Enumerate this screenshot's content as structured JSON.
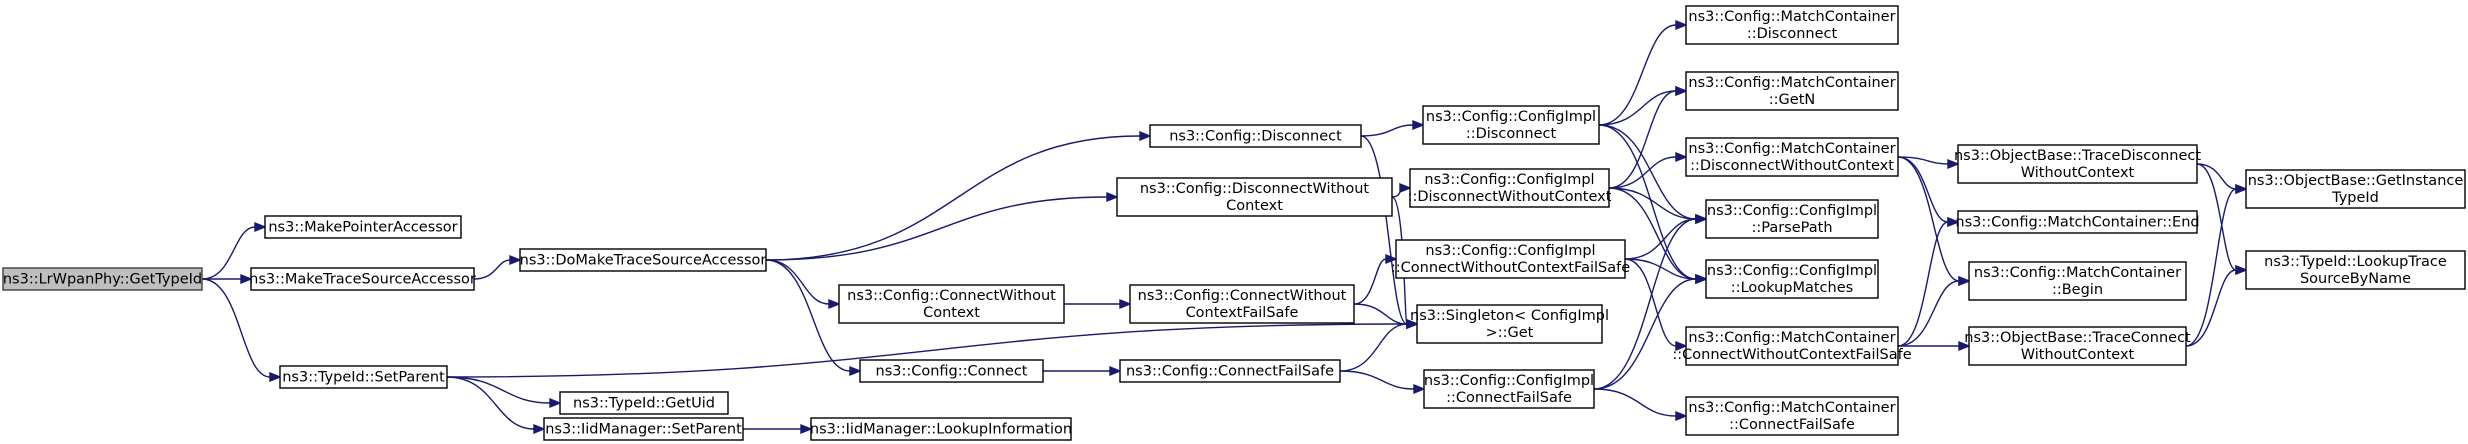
{
  "graph": {
    "nodes": [
      {
        "id": "n0",
        "lines": [
          "ns3::LrWpanPhy::GetTypeId"
        ],
        "root": true
      },
      {
        "id": "n1",
        "lines": [
          "ns3::MakePointerAccessor"
        ]
      },
      {
        "id": "n2",
        "lines": [
          "ns3::MakeTraceSourceAccessor"
        ]
      },
      {
        "id": "n3",
        "lines": [
          "ns3::TypeId::SetParent"
        ]
      },
      {
        "id": "n4",
        "lines": [
          "ns3::DoMakeTraceSourceAccessor"
        ]
      },
      {
        "id": "n5",
        "lines": [
          "ns3::TypeId::GetUid"
        ]
      },
      {
        "id": "n6",
        "lines": [
          "ns3::IidManager::SetParent"
        ]
      },
      {
        "id": "n7",
        "lines": [
          "ns3::IidManager::LookupInformation"
        ]
      },
      {
        "id": "n8",
        "lines": [
          "ns3::Config::Disconnect"
        ]
      },
      {
        "id": "n9",
        "lines": [
          "ns3::Config::DisconnectWithout",
          "Context"
        ]
      },
      {
        "id": "n10",
        "lines": [
          "ns3::Config::ConnectWithout",
          "Context"
        ]
      },
      {
        "id": "n11",
        "lines": [
          "ns3::Config::Connect"
        ]
      },
      {
        "id": "n12",
        "lines": [
          "ns3::Config::ConnectWithout",
          "ContextFailSafe"
        ]
      },
      {
        "id": "n13",
        "lines": [
          "ns3::Config::ConnectFailSafe"
        ]
      },
      {
        "id": "n14",
        "lines": [
          "ns3::Config::ConfigImpl",
          "::Disconnect"
        ]
      },
      {
        "id": "n15",
        "lines": [
          "ns3::Config::ConfigImpl",
          "::DisconnectWithoutContext"
        ]
      },
      {
        "id": "n16",
        "lines": [
          "ns3::Config::ConfigImpl",
          "::ConnectWithoutContextFailSafe"
        ]
      },
      {
        "id": "n17",
        "lines": [
          "ns3::Singleton< ConfigImpl",
          " >::Get"
        ]
      },
      {
        "id": "n18",
        "lines": [
          "ns3::Config::ConfigImpl",
          "::ConnectFailSafe"
        ]
      },
      {
        "id": "n19",
        "lines": [
          "ns3::Config::MatchContainer",
          "::Disconnect"
        ]
      },
      {
        "id": "n20",
        "lines": [
          "ns3::Config::MatchContainer",
          "::GetN"
        ]
      },
      {
        "id": "n21",
        "lines": [
          "ns3::Config::MatchContainer",
          "::DisconnectWithoutContext"
        ]
      },
      {
        "id": "n22",
        "lines": [
          "ns3::Config::ConfigImpl",
          "::ParsePath"
        ]
      },
      {
        "id": "n23",
        "lines": [
          "ns3::Config::ConfigImpl",
          "::LookupMatches"
        ]
      },
      {
        "id": "n24",
        "lines": [
          "ns3::Config::MatchContainer",
          "::ConnectWithoutContextFailSafe"
        ]
      },
      {
        "id": "n25",
        "lines": [
          "ns3::Config::MatchContainer",
          "::ConnectFailSafe"
        ]
      },
      {
        "id": "n26",
        "lines": [
          "ns3::ObjectBase::TraceDisconnect",
          "WithoutContext"
        ]
      },
      {
        "id": "n27",
        "lines": [
          "ns3::Config::MatchContainer::End"
        ]
      },
      {
        "id": "n28",
        "lines": [
          "ns3::Config::MatchContainer",
          "::Begin"
        ]
      },
      {
        "id": "n29",
        "lines": [
          "ns3::ObjectBase::TraceConnect",
          "WithoutContext"
        ]
      },
      {
        "id": "n30",
        "lines": [
          "ns3::ObjectBase::GetInstance",
          "TypeId"
        ]
      },
      {
        "id": "n31",
        "lines": [
          "ns3::TypeId::LookupTrace",
          "SourceByName"
        ]
      }
    ],
    "edges": [
      [
        "n0",
        "n1"
      ],
      [
        "n0",
        "n2"
      ],
      [
        "n0",
        "n3"
      ],
      [
        "n2",
        "n4"
      ],
      [
        "n3",
        "n5"
      ],
      [
        "n3",
        "n6"
      ],
      [
        "n3",
        "n17"
      ],
      [
        "n6",
        "n7"
      ],
      [
        "n4",
        "n8"
      ],
      [
        "n4",
        "n9"
      ],
      [
        "n4",
        "n10"
      ],
      [
        "n4",
        "n11"
      ],
      [
        "n8",
        "n14"
      ],
      [
        "n8",
        "n17"
      ],
      [
        "n9",
        "n15"
      ],
      [
        "n9",
        "n17"
      ],
      [
        "n10",
        "n12"
      ],
      [
        "n11",
        "n13"
      ],
      [
        "n12",
        "n16"
      ],
      [
        "n12",
        "n17"
      ],
      [
        "n13",
        "n17"
      ],
      [
        "n13",
        "n18"
      ],
      [
        "n14",
        "n19"
      ],
      [
        "n14",
        "n20"
      ],
      [
        "n14",
        "n22"
      ],
      [
        "n14",
        "n23"
      ],
      [
        "n15",
        "n20"
      ],
      [
        "n15",
        "n21"
      ],
      [
        "n15",
        "n22"
      ],
      [
        "n15",
        "n23"
      ],
      [
        "n16",
        "n22"
      ],
      [
        "n16",
        "n23"
      ],
      [
        "n16",
        "n24"
      ],
      [
        "n18",
        "n22"
      ],
      [
        "n18",
        "n23"
      ],
      [
        "n18",
        "n25"
      ],
      [
        "n21",
        "n26"
      ],
      [
        "n21",
        "n27"
      ],
      [
        "n21",
        "n28"
      ],
      [
        "n24",
        "n27"
      ],
      [
        "n24",
        "n28"
      ],
      [
        "n24",
        "n29"
      ],
      [
        "n26",
        "n30"
      ],
      [
        "n26",
        "n31"
      ],
      [
        "n29",
        "n30"
      ],
      [
        "n29",
        "n31"
      ]
    ]
  }
}
